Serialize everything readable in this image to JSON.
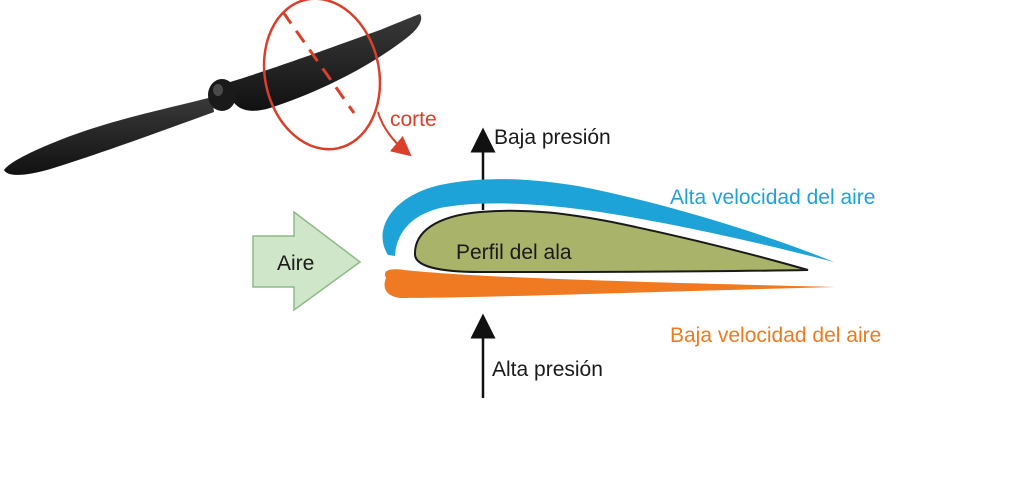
{
  "labels": {
    "cut": "corte",
    "low_pressure": "Baja presión",
    "high_speed": "Alta velocidad del aire",
    "wing_profile": "Perfil del ala",
    "air": "Aire",
    "low_speed": "Baja velocidad del aire",
    "high_pressure": "Alta presión"
  },
  "icons": {
    "propeller": "propeller-icon",
    "air_arrow": "air-arrow-icon"
  },
  "colors": {
    "background": "#ffffff",
    "propeller": "#1f1f1f",
    "cut_marker": "#d9402b",
    "upper_flow": "#1ea3d8",
    "lower_flow": "#ef7a22",
    "wing_fill": "#aab36a",
    "wing_stroke": "#1a1a1a",
    "air_arrow_fill": "#cfe6c8",
    "air_arrow_stroke": "#8fb98a",
    "pressure_arrow": "#111111",
    "text_dark": "#1a1a1a"
  }
}
